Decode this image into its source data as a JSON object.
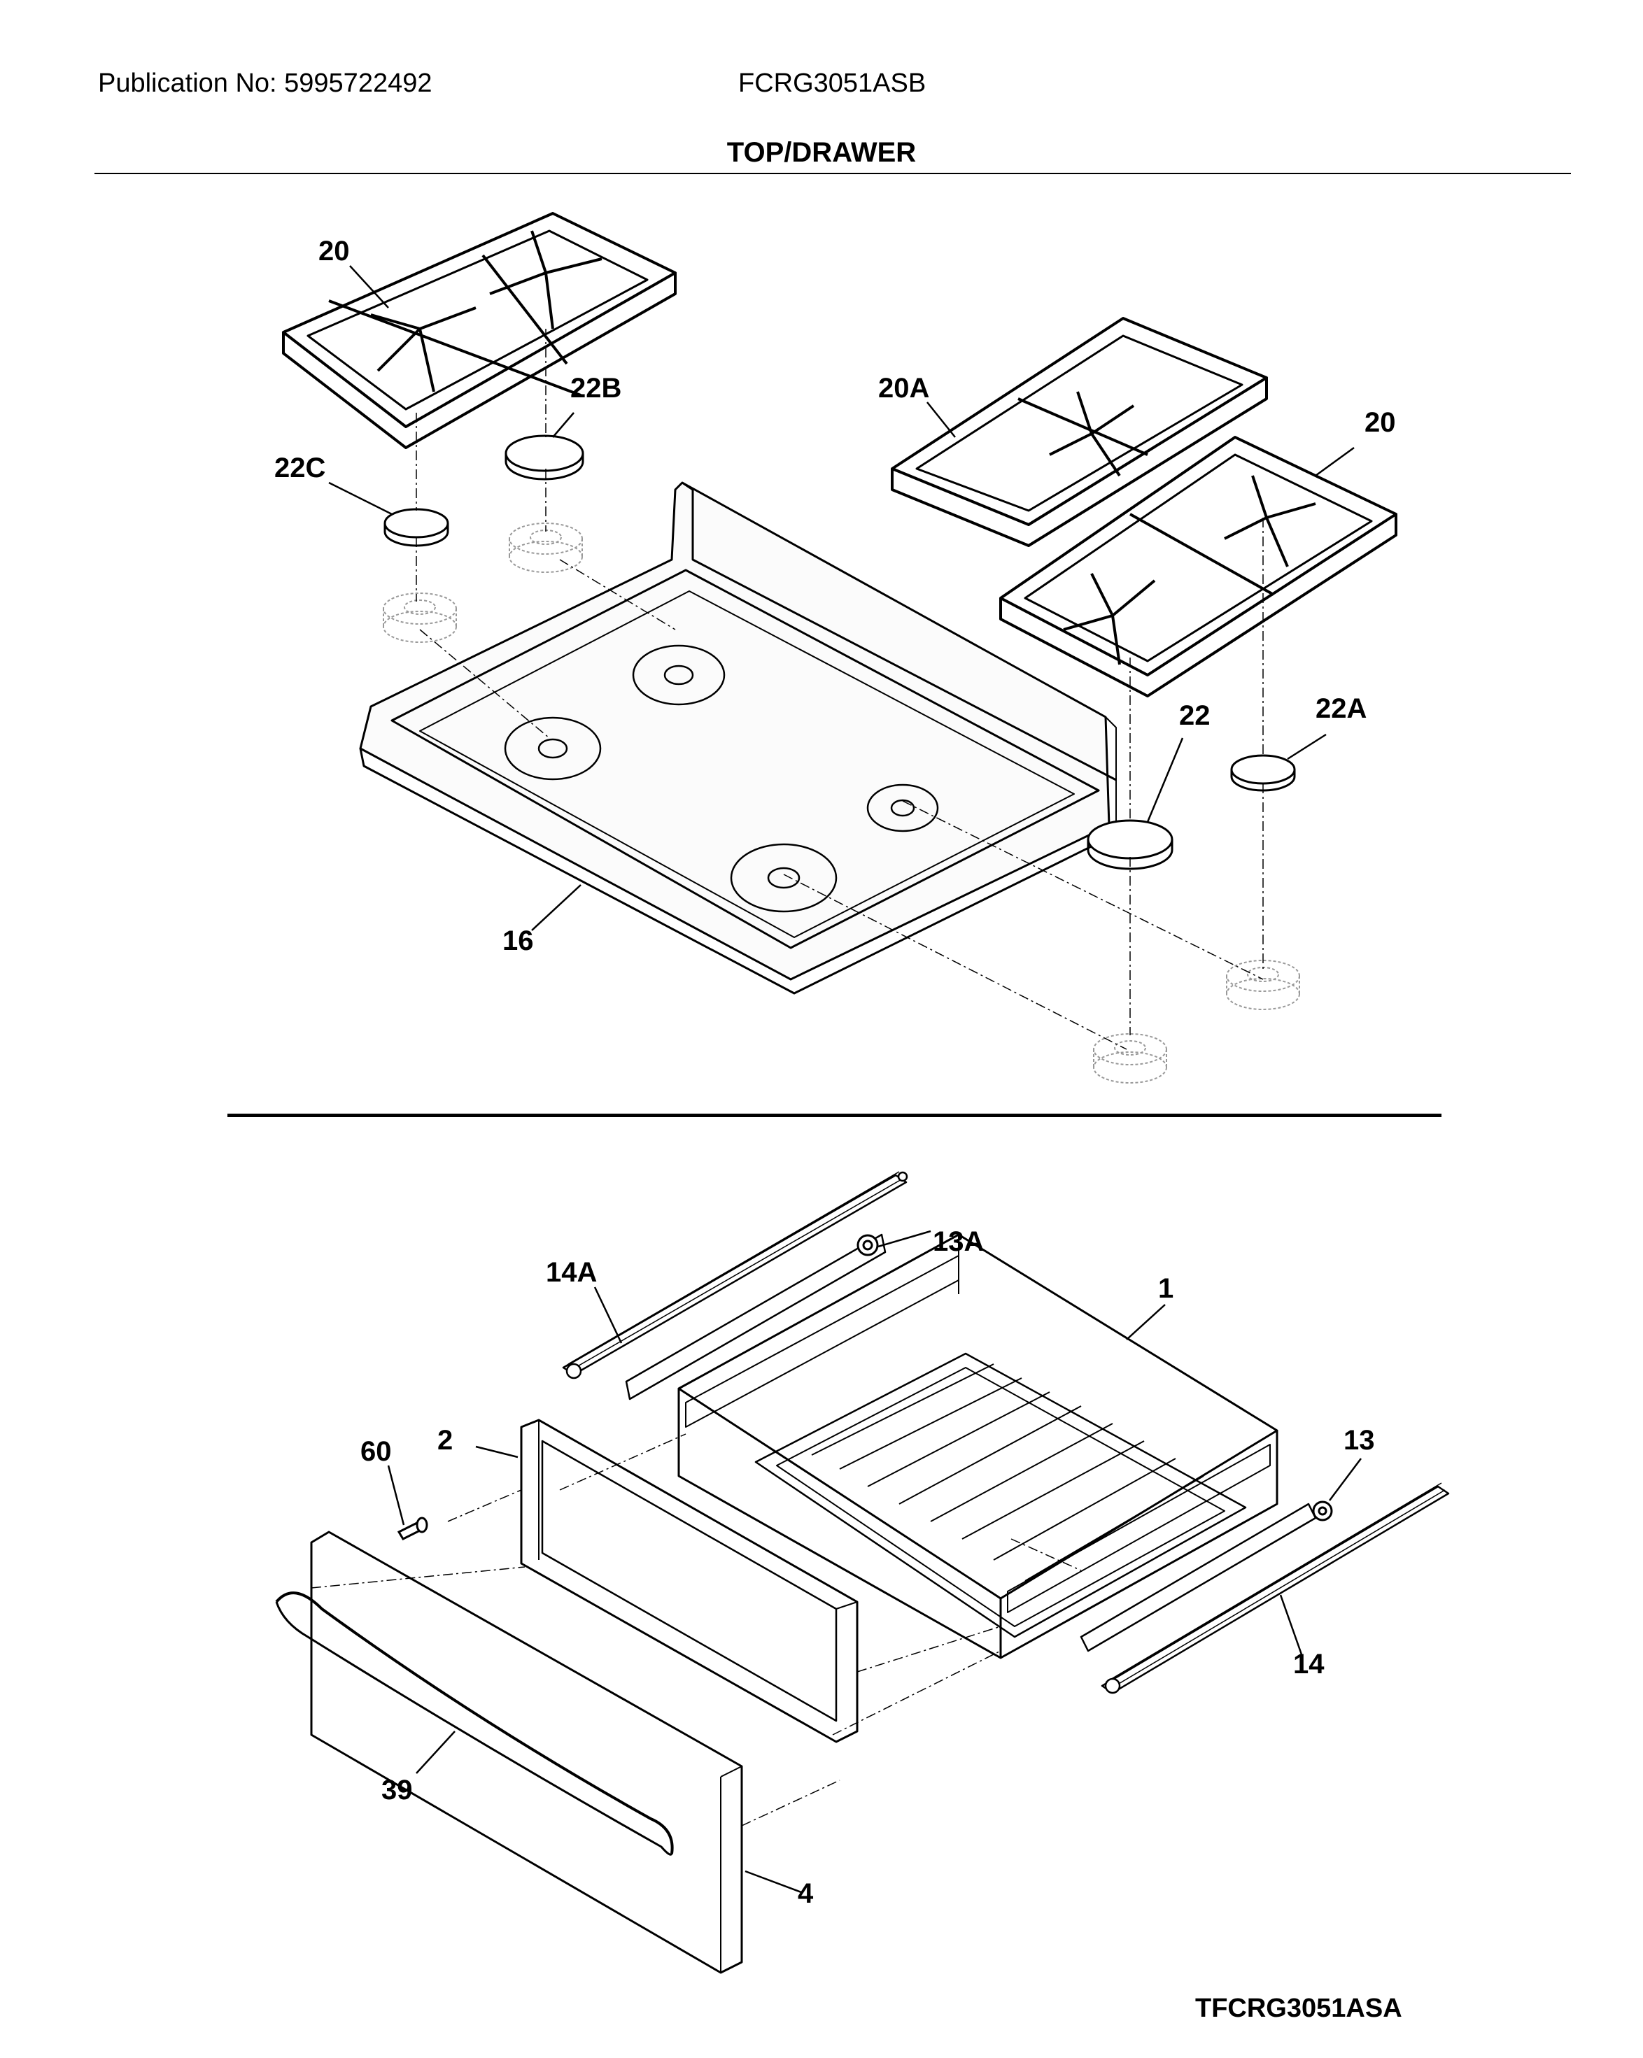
{
  "header": {
    "publication": "Publication No: 5995722492",
    "model": "FCRG3051ASB",
    "section_title": "TOP/DRAWER"
  },
  "callouts": {
    "grate_left": "20",
    "grate_right": "20",
    "grate_center": "20A",
    "cap_22b": "22B",
    "cap_22c": "22C",
    "cap_22": "22",
    "cap_22a": "22A",
    "cooktop": "16",
    "slide_left_cap": "13A",
    "slide_left": "14A",
    "drawer_body": "1",
    "drawer_liner": "2",
    "screw": "60",
    "slide_right_cap": "13",
    "slide_right": "14",
    "handle": "39",
    "drawer_front": "4"
  },
  "footer": {
    "diagram_code": "TFCRG3051ASA"
  }
}
